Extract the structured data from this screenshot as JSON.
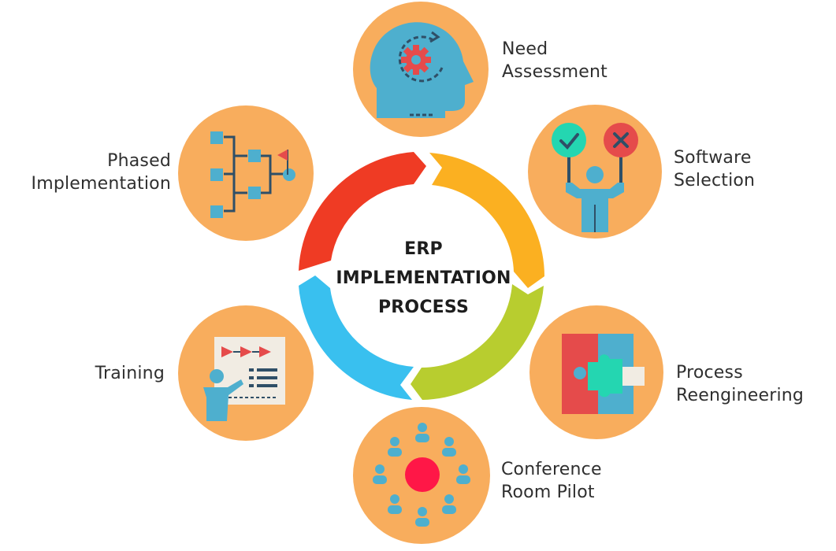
{
  "center": {
    "line1": "ERP",
    "line2": "IMPLEMENTATION",
    "line3": "PROCESS"
  },
  "steps": [
    {
      "id": "need-assessment",
      "line1": "Need",
      "line2": "Assessment",
      "icon": "head-gear-icon"
    },
    {
      "id": "software-selection",
      "line1": "Software",
      "line2": "Selection",
      "icon": "person-check-cross-icon"
    },
    {
      "id": "process-reengineering",
      "line1": "Process",
      "line2": "Reengineering",
      "icon": "puzzle-icon"
    },
    {
      "id": "conference-room-pilot",
      "line1": "Conference",
      "line2": "Room Pilot",
      "icon": "meeting-circle-icon"
    },
    {
      "id": "training",
      "line1": "Training",
      "line2": "",
      "icon": "presentation-board-icon"
    },
    {
      "id": "phased-implementation",
      "line1": "Phased",
      "line2": "Implementation",
      "icon": "flowchart-icon"
    }
  ],
  "colors": {
    "node_fill": "#f8ad5d",
    "ring_red": "#ef3b24",
    "ring_orange": "#fbb021",
    "ring_green": "#b8cd2f",
    "ring_blue": "#39c0ef",
    "icon_blue": "#4eafce",
    "icon_teal": "#24d6b1",
    "icon_red": "#e54b4b",
    "icon_navy": "#2f4f67",
    "icon_pink": "#ff1747"
  }
}
